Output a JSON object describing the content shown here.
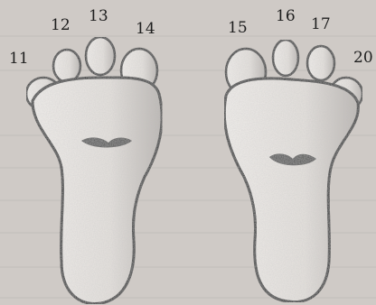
{
  "diagram": {
    "left_foot": {
      "toe_labels": [
        "11",
        "12",
        "13",
        "14"
      ]
    },
    "right_foot": {
      "toe_labels": [
        "15",
        "16",
        "17",
        "20"
      ]
    }
  }
}
